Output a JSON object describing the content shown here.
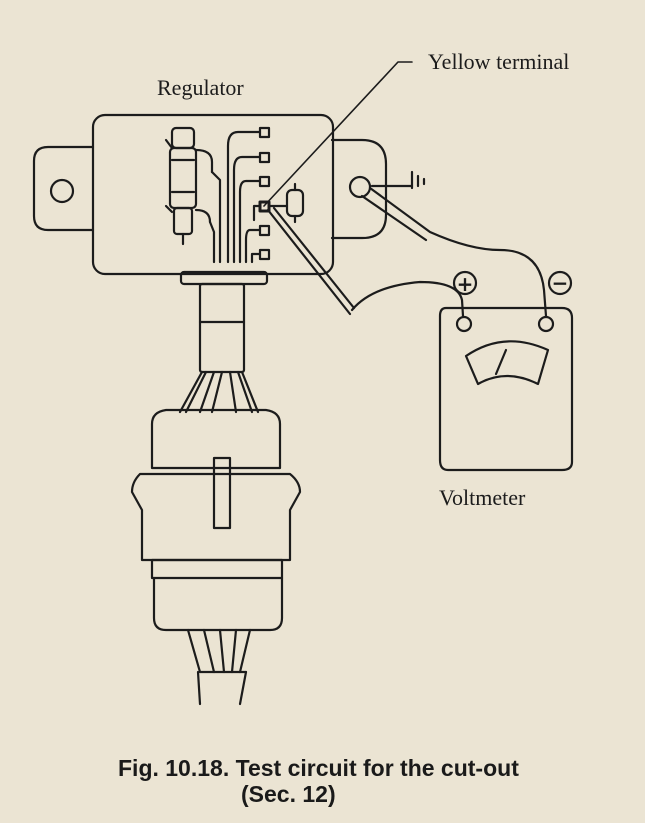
{
  "figure": {
    "labels": {
      "regulator": "Regulator",
      "yellow_terminal": "Yellow terminal",
      "voltmeter": "Voltmeter"
    },
    "meter_symbols": {
      "positive": "+",
      "negative": "−"
    },
    "caption": {
      "line1": "Fig. 10.18. Test circuit for the cut-out",
      "line2": "(Sec. 12)"
    }
  },
  "colors": {
    "background": "#ebe4d3",
    "ink": "#1c1c1c"
  }
}
